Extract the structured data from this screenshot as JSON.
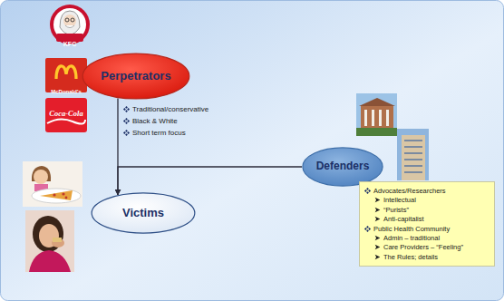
{
  "diagram": {
    "nodes": [
      {
        "text": [
          "Perpetrators"
        ]
      },
      {
        "text": [
          "Defenders"
        ]
      },
      {
        "text": [
          "Advocates/Researchers",
          "Intellectual",
          "“Purists”",
          "Anti-capitalist",
          "Public Health Community",
          "Admin – traditional",
          "Care Providers – “Feeling”",
          "The Rules; details"
        ]
      },
      {
        "text": [
          "Victims"
        ]
      }
    ],
    "edges": [
      {
        "from": 0,
        "to": 3,
        "arrow": "to"
      },
      {
        "from": 1,
        "to": 3,
        "arrow": "to"
      }
    ],
    "labels": [
      "KFC",
      "McDonald's",
      "Coca-Cola",
      "Traditional/conservative",
      "Black & White",
      "Short term focus"
    ]
  }
}
